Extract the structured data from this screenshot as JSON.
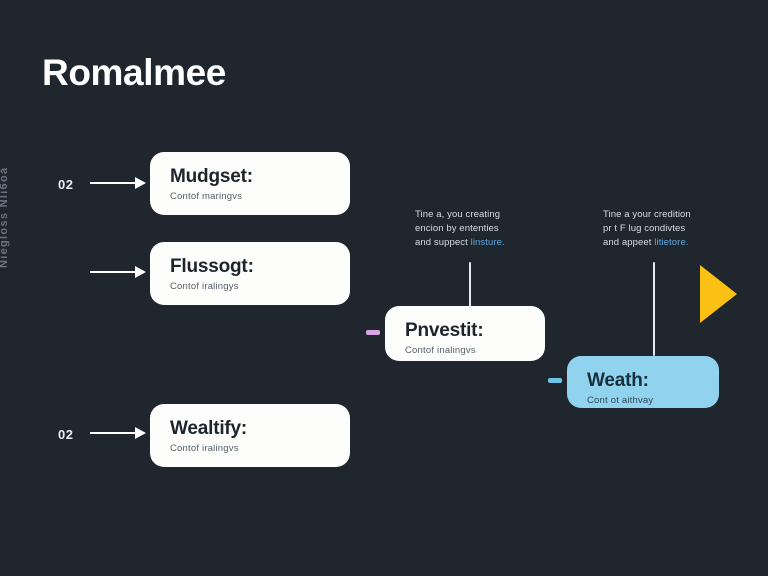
{
  "page": {
    "title": "Romalmee",
    "background_color": "#20262e"
  },
  "left_rail": {
    "vertical_label": "Niegloss Nli6oá",
    "steps": [
      {
        "number": "02",
        "arrow_icon": "arrow-right-icon"
      },
      {
        "number": "",
        "arrow_icon": "arrow-right-icon"
      },
      {
        "number": "02",
        "arrow_icon": "arrow-right-icon"
      }
    ]
  },
  "cards": [
    {
      "title": "Mudgset:",
      "subtitle": "Contof maringvs",
      "variant": "light",
      "accent": "#fdfdfc"
    },
    {
      "title": "Flussogt:",
      "subtitle": "Contof iralingys",
      "variant": "light",
      "accent": "#fdfdfc"
    },
    {
      "title": "Wealtify:",
      "subtitle": "Contof iralingvs",
      "variant": "light",
      "accent": "#fdfdfc"
    },
    {
      "title": "Pnvestit:",
      "subtitle": "Contof inalingvs",
      "variant": "light",
      "accent": "#fdfdfc",
      "dash_color": "#d7a4e4"
    },
    {
      "title": "Weath:",
      "subtitle": "Cont ot aithvay",
      "variant": "blue",
      "accent": "#91d2ee",
      "dash_color": "#6fc3e8"
    }
  ],
  "annotations": [
    {
      "line1": "Tine a, you creating",
      "line2": "encion by ententies",
      "line3_prefix": "and suppect ",
      "line3_highlight": "linsture.",
      "highlight_color": "#5ea7e0"
    },
    {
      "line1": "Tine a your credition",
      "line2": "pr t F lug condivtes",
      "line3_prefix": "and appeet ",
      "line3_highlight": "litietore.",
      "highlight_color": "#5ea7e0"
    }
  ],
  "decorations": {
    "play_triangle_color": "#fac013",
    "play_triangle_name": "play-triangle-icon"
  }
}
